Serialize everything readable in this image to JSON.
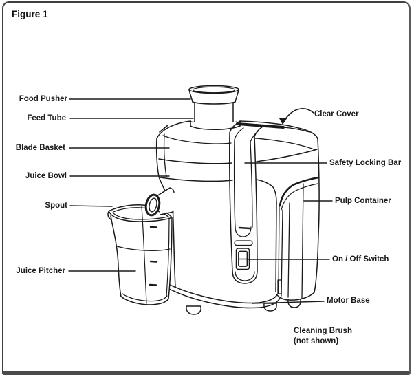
{
  "figure": {
    "title": "Figure 1",
    "labels": {
      "food_pusher": "Food Pusher",
      "feed_tube": "Feed Tube",
      "blade_basket": "Blade Basket",
      "juice_bowl": "Juice Bowl",
      "spout": "Spout",
      "juice_pitcher": "Juice Pitcher",
      "clear_cover": "Clear Cover",
      "safety_locking_bar": "Safety Locking Bar",
      "pulp_container": "Pulp Container",
      "on_off_switch": "On / Off Switch",
      "motor_base": "Motor Base",
      "cleaning_brush": "Cleaning Brush",
      "cleaning_brush_note": "(not shown)"
    },
    "colors": {
      "ink": "#1a1a1a",
      "frame_border": "#3f3f3f",
      "background": "#ffffff"
    }
  }
}
